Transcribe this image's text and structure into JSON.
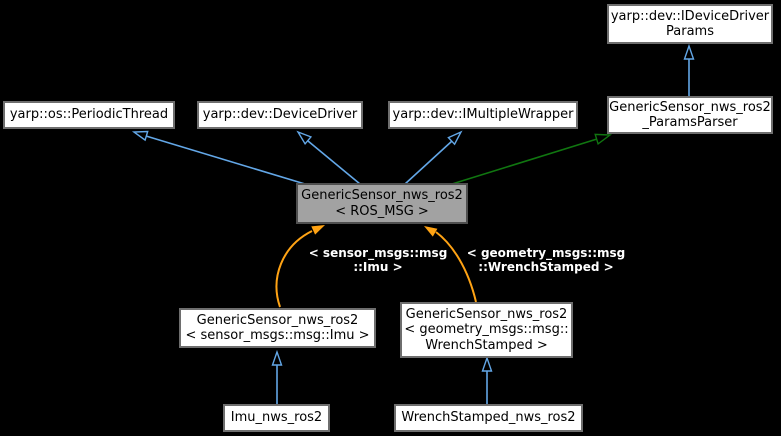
{
  "colors": {
    "background": "#000000",
    "inheritance_blue": "#63a7e7",
    "usage_green": "#107610",
    "template_orange": "#ffa314",
    "node_fill": "#ffffff",
    "node_border": "#6e6e6e",
    "selected_node_fill": "#a2a2a2",
    "selected_node_border": "#4f4f4f"
  },
  "nodes": {
    "periodic_thread": {
      "label": "yarp::os::PeriodicThread"
    },
    "device_driver": {
      "label": "yarp::dev::DeviceDriver"
    },
    "imultiple_wrapper": {
      "label": "yarp::dev::IMultipleWrapper"
    },
    "idevice_driver_params": {
      "line1": "yarp::dev::IDeviceDriver",
      "line2": "Params"
    },
    "params_parser": {
      "line1": "GenericSensor_nws_ros2",
      "line2": "_ParamsParser"
    },
    "generic_sensor_ros_msg": {
      "line1": "GenericSensor_nws_ros2",
      "line2": "< ROS_MSG >"
    },
    "generic_sensor_imu": {
      "line1": "GenericSensor_nws_ros2",
      "line2": "< sensor_msgs::msg::Imu >"
    },
    "generic_sensor_wrench": {
      "line1": "GenericSensor_nws_ros2",
      "line2": "< geometry_msgs::msg::",
      "line3": "WrenchStamped >"
    },
    "imu_nws_ros2": {
      "label": "Imu_nws_ros2"
    },
    "wrench_stamped_nws_ros2": {
      "label": "WrenchStamped_nws_ros2"
    }
  },
  "edge_labels": {
    "imu_template_args": {
      "line1": "< sensor_msgs::msg",
      "line2": "::Imu >"
    },
    "wrench_template_args": {
      "line1": "< geometry_msgs::msg",
      "line2": "::WrenchStamped >"
    }
  }
}
